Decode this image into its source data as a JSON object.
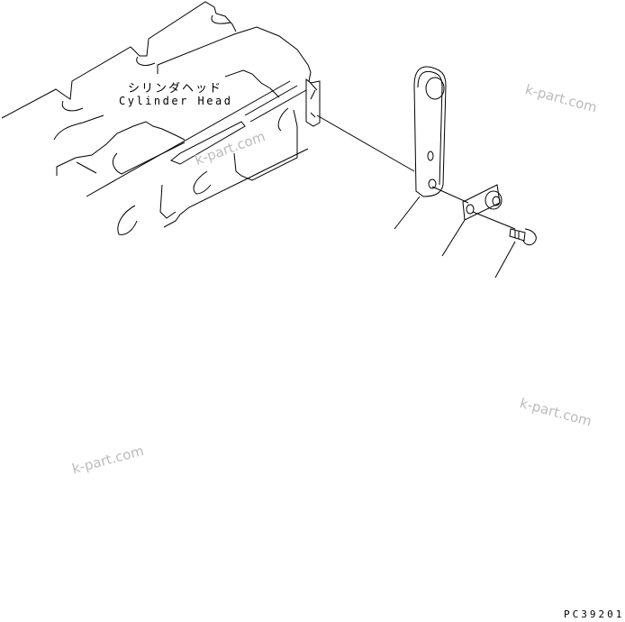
{
  "diagram": {
    "labels": {
      "japanese": "シリンダヘッド",
      "english": "Cylinder Head"
    },
    "watermarks": [
      "k-part.com",
      "k-part.com",
      "k-part.com",
      "k-part.com"
    ],
    "drawing_code": "PC39201",
    "parts": [
      "cylinder-head",
      "lifting-bracket",
      "spacer-plate",
      "bolt"
    ]
  }
}
